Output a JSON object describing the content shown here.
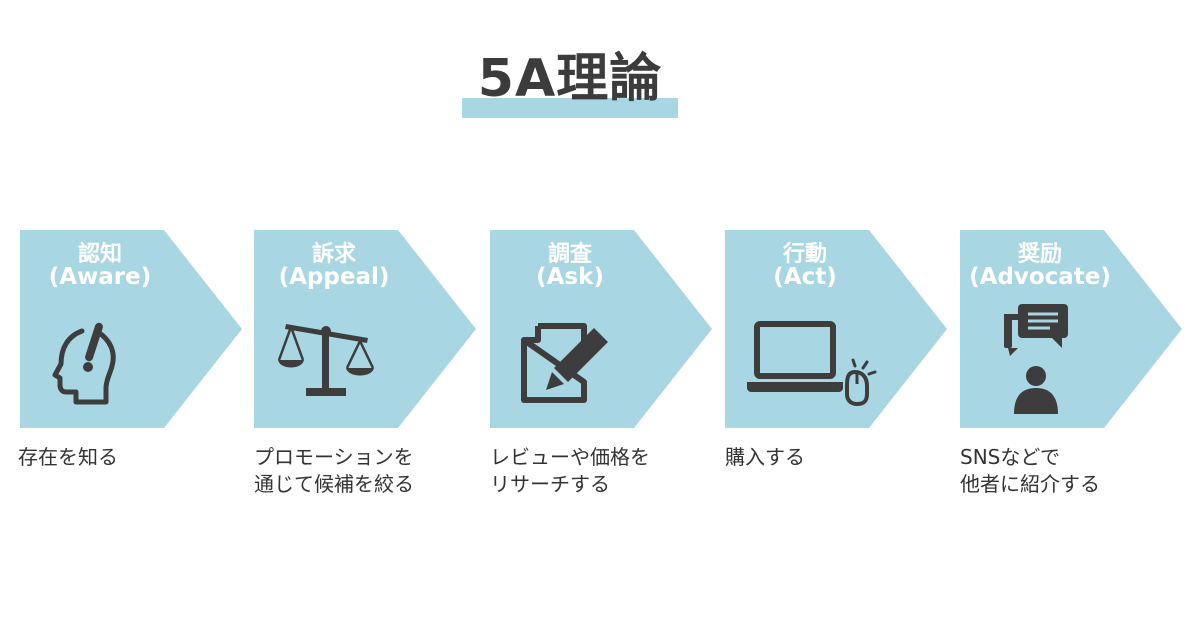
{
  "title": "5A理論",
  "colors": {
    "panel": "#a9d6e3",
    "icon": "#3d3d3d",
    "title_text": "#3c3c3c",
    "label_text": "#ffffff"
  },
  "steps": [
    {
      "label_jp": "認知",
      "label_en": "(Aware)",
      "icon": "head-idea-icon",
      "desc": [
        "存在を知る"
      ]
    },
    {
      "label_jp": "訴求",
      "label_en": "(Appeal)",
      "icon": "balance-scale-icon",
      "desc": [
        "プロモーションを",
        "通じて候補を絞る"
      ]
    },
    {
      "label_jp": "調査",
      "label_en": "(Ask)",
      "icon": "document-pencil-icon",
      "desc": [
        "レビューや価格を",
        "リサーチする"
      ]
    },
    {
      "label_jp": "行動",
      "label_en": "(Act)",
      "icon": "laptop-mouse-icon",
      "desc": [
        "購入する"
      ]
    },
    {
      "label_jp": "奨励",
      "label_en": "(Advocate)",
      "icon": "person-speech-icon",
      "desc": [
        "SNSなどで",
        "他者に紹介する"
      ]
    }
  ]
}
